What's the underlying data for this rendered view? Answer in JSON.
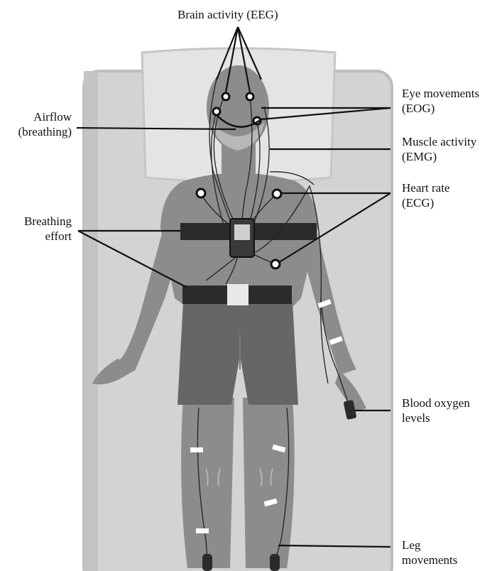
{
  "labels": {
    "eeg": "Brain activity (EEG)",
    "eog": [
      "Eye movements",
      "(EOG)"
    ],
    "airflow": [
      "Airflow",
      "(breathing)"
    ],
    "emg": [
      "Muscle activity",
      "(EMG)"
    ],
    "ecg": [
      "Heart rate",
      "(ECG)"
    ],
    "breathing_effort": [
      "Breathing",
      "effort"
    ],
    "oxygen": [
      "Blood oxygen",
      "levels"
    ],
    "legs": [
      "Leg",
      "movements"
    ]
  },
  "colors": {
    "bed": "#d3d3d3",
    "bed_edge": "#bdbdbd",
    "pillow": "#e4e4e4",
    "skin": "#8c8c8c",
    "shorts": "#666666",
    "belt": "#2b2b2b",
    "wire": "#222222",
    "leader": "#111111"
  }
}
